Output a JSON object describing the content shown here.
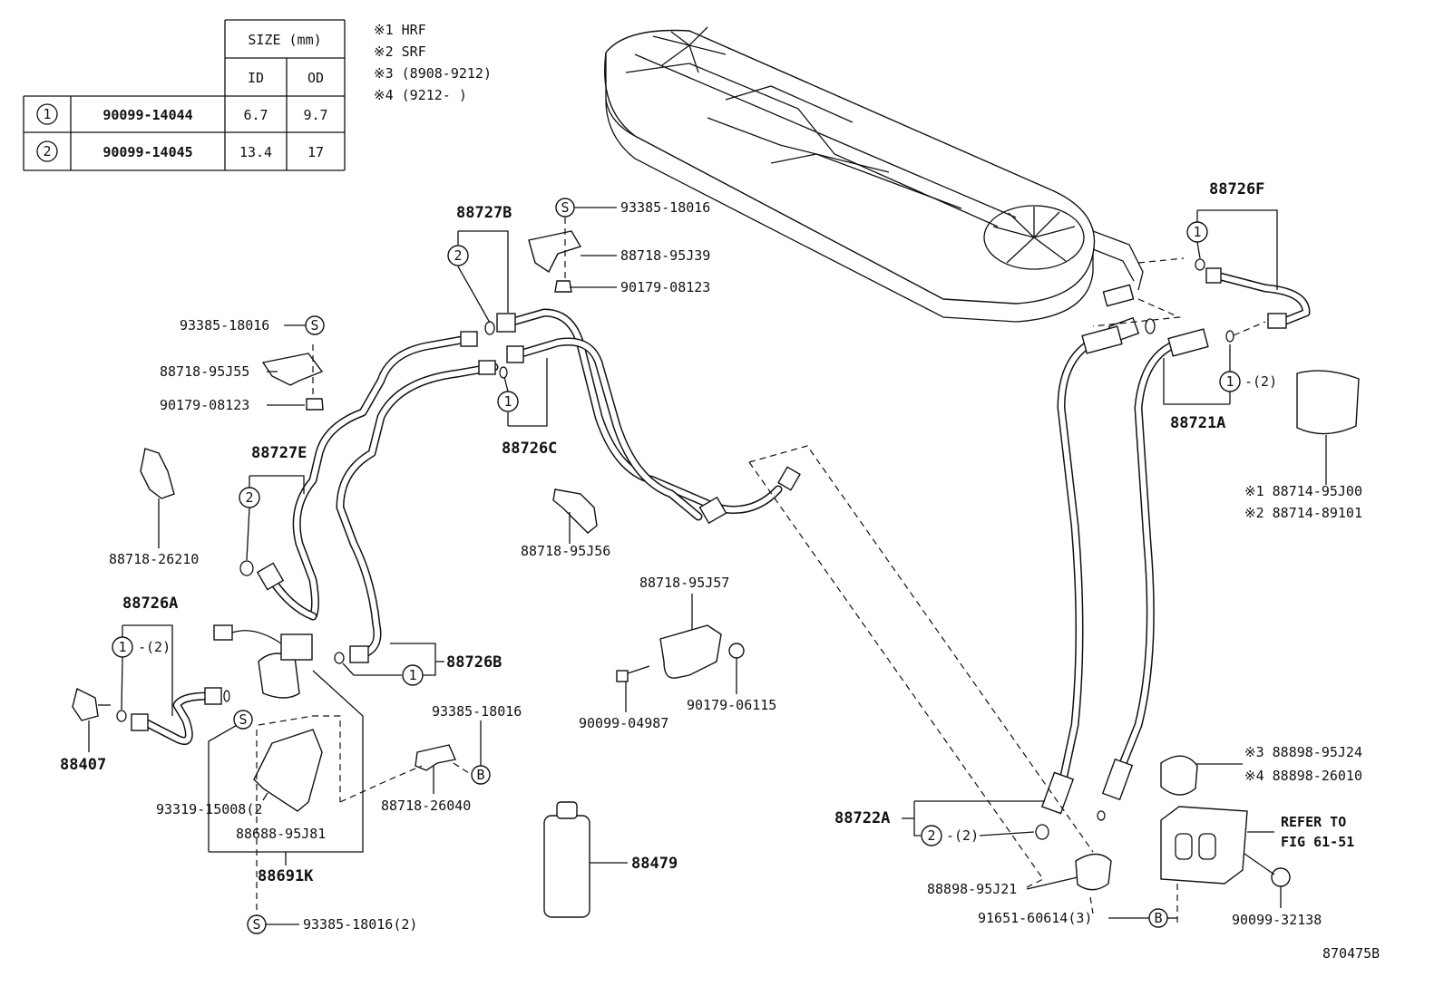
{
  "size_table": {
    "header": "SIZE (mm)",
    "col_id": "ID",
    "col_od": "OD",
    "rows": [
      {
        "ref": "1",
        "part": "90099-14044",
        "id": "6.7",
        "od": "9.7"
      },
      {
        "ref": "2",
        "part": "90099-14045",
        "id": "13.4",
        "od": "17"
      }
    ]
  },
  "notes": [
    "※1 HRF",
    "※2 SRF",
    "※3 (8908-9212)",
    "※4 (9212-      )"
  ],
  "labels": {
    "p88727B": "88727B",
    "p93385_top": "93385-18016",
    "p88718_95J39": "88718-95J39",
    "p90179_08123_top": "90179-08123",
    "p93385_left": "93385-18016",
    "p88718_95J55": "88718-95J55",
    "p90179_08123_left": "90179-08123",
    "p88726C": "88726C",
    "p88727E": "88727E",
    "p88718_26210": "88718-26210",
    "p88718_95J56": "88718-95J56",
    "p88726A": "88726A",
    "p88726B": "88726B",
    "p88718_95J57": "88718-95J57",
    "p88407": "88407",
    "p90099_04987": "90099-04987",
    "p90179_06115": "90179-06115",
    "p93385_mid": "93385-18016",
    "p88718_26040": "88718-26040",
    "p93319": "93319-15008(2",
    "p88688": "88688-95J81",
    "p88691K": "88691K",
    "p93385_bot": "93385-18016(2)",
    "p88479": "88479",
    "p88726F": "88726F",
    "p88721A": "88721A",
    "p88714_1": "※1 88714-95J00",
    "p88714_2": "※2 88714-89101",
    "p88898_3": "※3 88898-95J24",
    "p88898_4": "※4 88898-26010",
    "p88722A": "88722A",
    "refer1": "REFER TO",
    "refer2": "FIG 61-51",
    "p88898_95J21": "88898-95J21",
    "p91651": "91651-60614(3)",
    "p90099_32138": "90099-32138",
    "qty2": "-(2)",
    "qty2b": "-(2)",
    "qty2c": "-(2)",
    "fig_id": "870475B"
  },
  "markers": {
    "one": "1",
    "two": "2",
    "s": "S",
    "b": "B"
  }
}
